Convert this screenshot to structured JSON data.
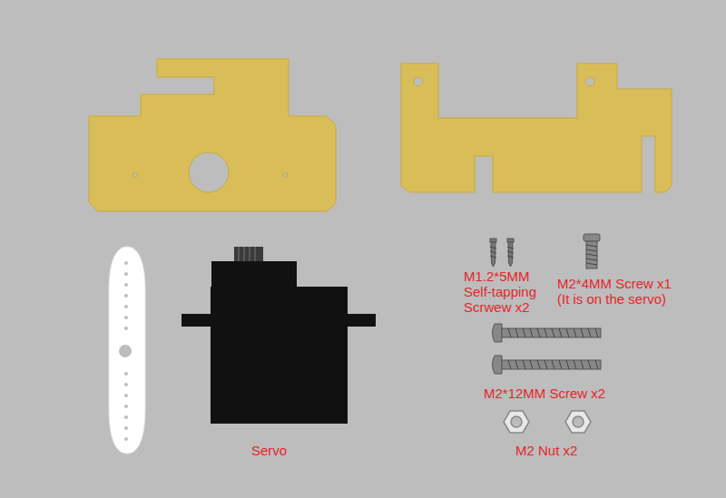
{
  "diagram": {
    "labels": [
      "M1.2*5MM Self-tapping Scrwew x2",
      "M2*4MM Screw x1 (It is on the servo)",
      "M2*12MM Screw x2",
      "M2 Nut x2",
      "Servo"
    ]
  }
}
